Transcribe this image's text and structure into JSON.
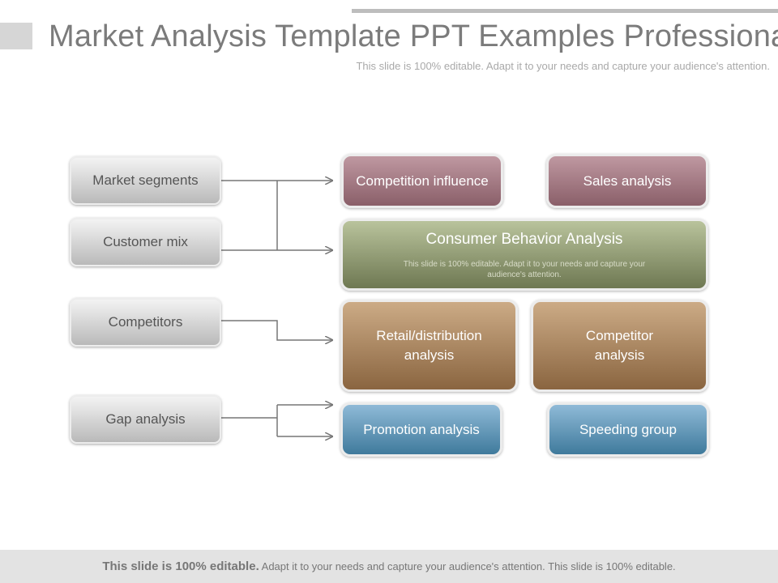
{
  "header": {
    "title": "Market Analysis Template PPT Examples Professional",
    "subtitle": "This slide is 100% editable. Adapt it to your needs and capture your audience's attention."
  },
  "left_items": [
    "Market segments",
    "Customer mix",
    "Competitors",
    "Gap analysis"
  ],
  "right_boxes": {
    "competition_influence": "Competition influence",
    "sales_analysis": "Sales analysis",
    "consumer_behavior": {
      "title": "Consumer Behavior Analysis",
      "body": "This slide is 100% editable. Adapt it to your needs and capture your audience's attention."
    },
    "retail_distribution": "Retail/distribution analysis",
    "competitor_analysis": "Competitor analysis",
    "promotion_analysis": "Promotion analysis",
    "speeding_group": "Speeding group"
  },
  "colors": {
    "pink": "#a97f88",
    "green": "#939d76",
    "brown": "#ad8761",
    "blue": "#6599ba",
    "connector": "#777777"
  },
  "footer": {
    "bold": "This slide is 100% editable.",
    "rest": " Adapt it to your needs and capture your audience's attention. This slide is 100% editable."
  }
}
